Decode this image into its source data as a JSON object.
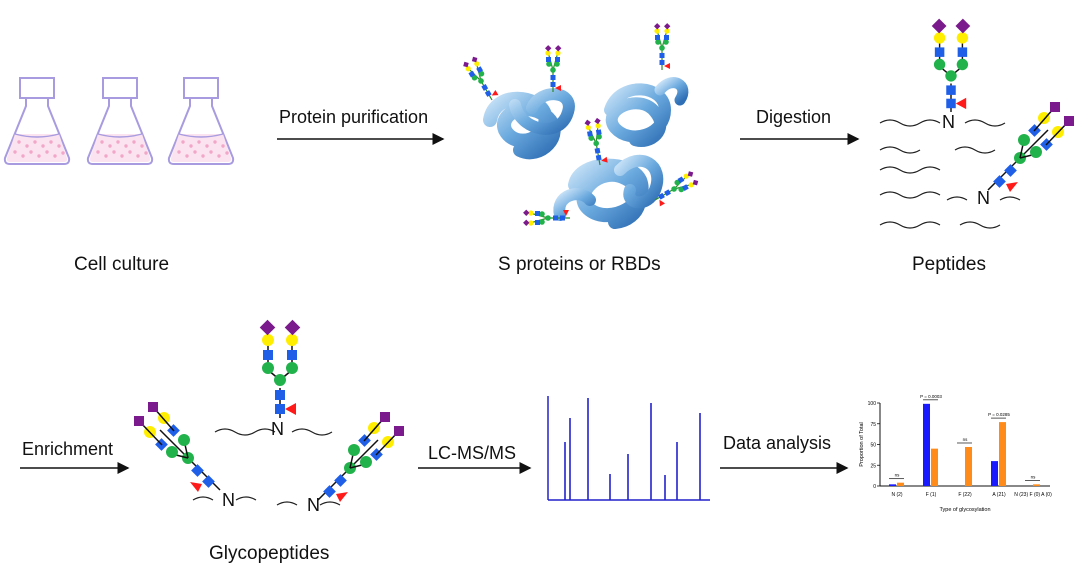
{
  "stages": {
    "cell_culture": "Cell culture",
    "s_proteins": "S proteins or RBDs",
    "peptides": "Peptides",
    "glycopeptides": "Glycopeptides"
  },
  "arrows": {
    "purification": "Protein purification",
    "digestion": "Digestion",
    "enrichment": "Enrichment",
    "lcms": "LC-MS/MS",
    "analysis": "Data analysis"
  },
  "residue_letter": "N",
  "colors": {
    "flask": "#a89be0",
    "cells": "#f2a6c8",
    "protein": "#5b9bd5",
    "fucose": "#ff1a1a",
    "glcnac": "#1f5fe8",
    "mannose": "#22b24c",
    "galactose": "#ffee00",
    "sialic_acid": "#7a1a8c",
    "ms_peaks": "#2222cc",
    "bar_blue": "#1a1aff",
    "bar_orange": "#ff8c1a"
  },
  "chart_data": {
    "type": "bar",
    "ylabel": "Proportion of Total",
    "xlabel": "Type of glycosylation",
    "ylim": [
      0,
      100
    ],
    "yticks": [
      "100",
      "75",
      "50",
      "25",
      "0"
    ],
    "categories": [
      "N (2)",
      "F (1)",
      "F (22)",
      "A (21)",
      "N (23)",
      "F (0)",
      "A (0)"
    ],
    "groups": [
      {
        "labels": [
          "N (2)"
        ],
        "values": [
          2,
          4
        ],
        "annotation": "ns"
      },
      {
        "labels": [
          "F (1)"
        ],
        "values": [
          99,
          45
        ],
        "annotation": "P = 0.0003"
      },
      {
        "labels": [
          "F (22)"
        ],
        "values": [
          0,
          47
        ],
        "annotation": "ns"
      },
      {
        "labels": [
          "A (21)"
        ],
        "values": [
          30,
          77
        ],
        "annotation": "P = 0.0285"
      },
      {
        "labels": [
          "N (23)",
          "F (0)",
          "A (0)"
        ],
        "values": [
          0,
          2
        ],
        "annotation": "ns"
      }
    ]
  }
}
